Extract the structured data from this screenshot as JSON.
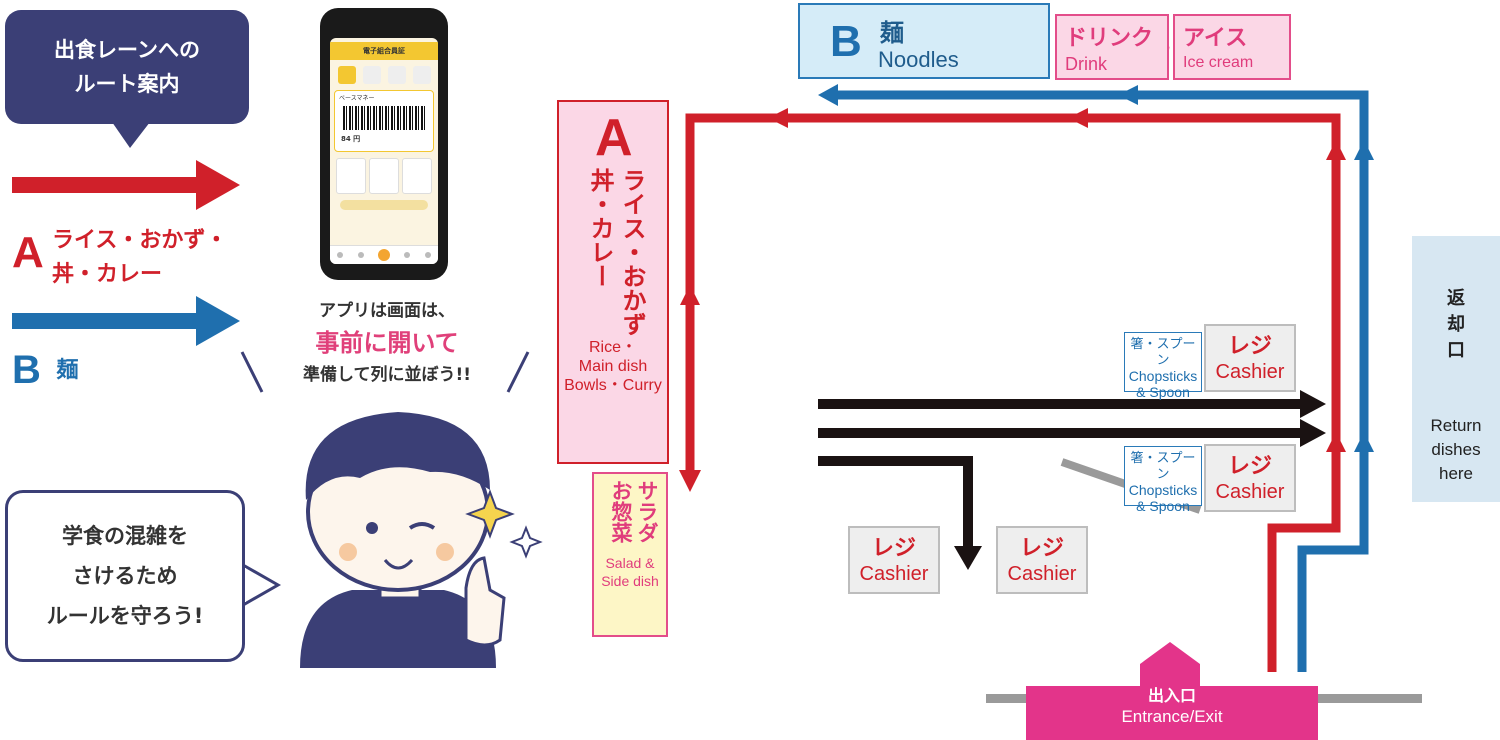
{
  "colors": {
    "route_a": "#d0202a",
    "route_b": "#1f6fae",
    "navy": "#3b3f76",
    "pink": "#e34d8a",
    "black_lane": "#1a1212"
  },
  "guide": {
    "title_line1": "出食レーンへの",
    "title_line2": "ルート案内"
  },
  "legend": {
    "a_letter": "A",
    "a_line1": "ライス・おかず・",
    "a_line2": "丼・カレー",
    "b_letter": "B",
    "b_label": "麺"
  },
  "app_note": {
    "line1": "アプリは画面は、",
    "line2": "事前に開いて",
    "line3": "準備して列に並ぼう!!"
  },
  "phone": {
    "header": "電子組合員証",
    "balance_label": "ベースマネー",
    "balance": "84 円"
  },
  "rule_bubble": {
    "line1": "学食の混雑を",
    "line2": "さけるため",
    "line3": "ルールを守ろう!"
  },
  "noodles": {
    "letter": "B",
    "ja": "麺",
    "en": "Noodles"
  },
  "drink": {
    "ja": "ドリンク",
    "en": "Drink"
  },
  "ice": {
    "ja": "アイス",
    "en": "Ice cream"
  },
  "rice": {
    "letter": "A",
    "ja_col1": "ライス・おかず",
    "ja_col2": "丼・カレー",
    "en1": "Rice・",
    "en2": "Main dish",
    "en3": "Bowls・Curry"
  },
  "salad": {
    "ja_col1": "サラダ",
    "ja_col2": "お惣菜",
    "en1": "Salad &",
    "en2": "Side dish"
  },
  "cashier": {
    "ja": "レジ",
    "en": "Cashier"
  },
  "chopsticks": {
    "ja": "箸・スプーン",
    "en1": "Chopsticks",
    "en2": "& Spoon"
  },
  "return": {
    "ja1": "返",
    "ja2": "却",
    "ja3": "口",
    "en1": "Return",
    "en2": "dishes",
    "en3": "here"
  },
  "entrance": {
    "ja": "出入口",
    "en": "Entrance/Exit"
  }
}
